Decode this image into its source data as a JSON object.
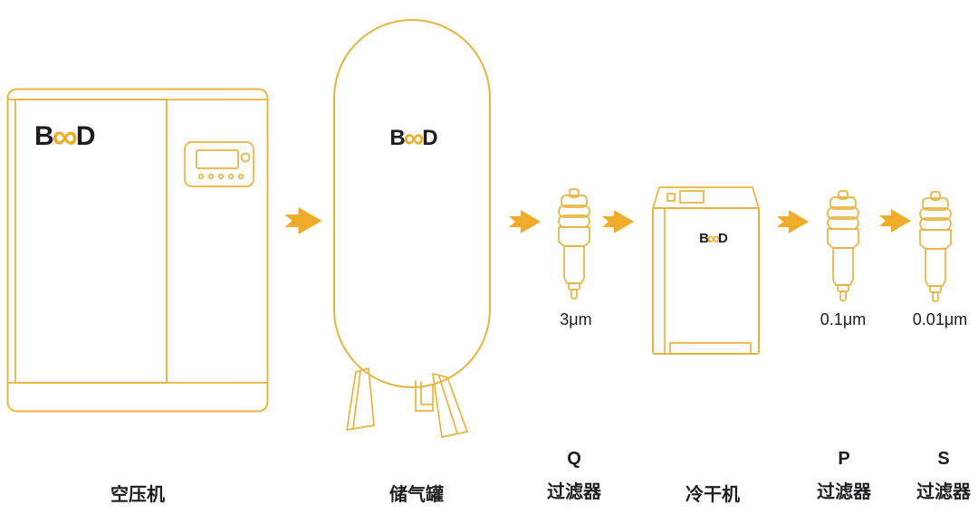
{
  "colors": {
    "outline": "#E8B440",
    "accent": "#F0AC28",
    "ink": "#1D1D1F",
    "bg": "#FFFFFF"
  },
  "brand": {
    "b": "B",
    "mid": "∞",
    "d": "D"
  },
  "icons": {
    "flow_arrow": "double-right-arrow"
  },
  "stages": [
    {
      "id": "compressor",
      "label": "空压机"
    },
    {
      "id": "tank",
      "label": "储气罐"
    },
    {
      "id": "filter-q",
      "prefix": "Q",
      "label": "过滤器",
      "rating": "3μm"
    },
    {
      "id": "dryer",
      "label": "冷干机"
    },
    {
      "id": "filter-p",
      "prefix": "P",
      "label": "过滤器",
      "rating": "0.1μm"
    },
    {
      "id": "filter-s",
      "prefix": "S",
      "label": "过滤器",
      "rating": "0.01μm"
    }
  ]
}
